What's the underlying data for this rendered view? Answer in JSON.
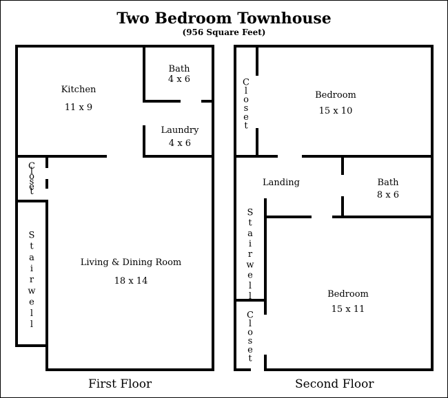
{
  "title": "Two Bedroom Townhouse",
  "subtitle": "(956 Square Feet)",
  "first_floor": {
    "label": "First Floor",
    "kitchen": {
      "name": "Kitchen",
      "size": "11 x 9"
    },
    "bath": {
      "name": "Bath",
      "size": "4 x 6"
    },
    "laundry": {
      "name": "Laundry",
      "size": "4 x 6"
    },
    "closet": {
      "name": "Closet"
    },
    "stairwell": {
      "name": "Stairwell"
    },
    "living": {
      "name": "Living & Dining Room",
      "size": "18 x 14"
    }
  },
  "second_floor": {
    "label": "Second Floor",
    "closet_top": {
      "name": "Closet"
    },
    "bedroom_top": {
      "name": "Bedroom",
      "size": "15 x 10"
    },
    "landing": {
      "name": "Landing"
    },
    "bath": {
      "name": "Bath",
      "size": "8 x 6"
    },
    "stairwell": {
      "name": "Stairwell"
    },
    "closet_bottom": {
      "name": "Closet"
    },
    "bedroom_bottom": {
      "name": "Bedroom",
      "size": "15 x 11"
    }
  }
}
